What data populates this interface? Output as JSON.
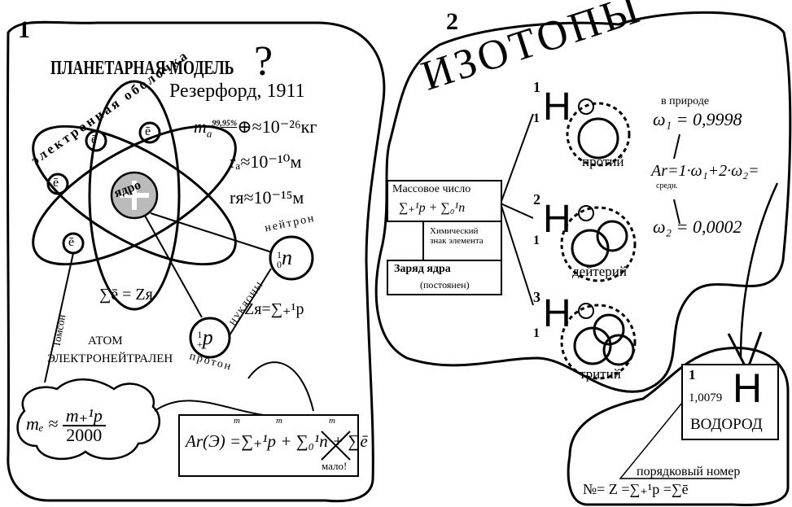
{
  "panel1": {
    "number": "1",
    "title": "ПЛАНЕТАРНАЯ МОДЕЛЬ",
    "question_mark": "?",
    "author_year": "Резерфорд, 1911",
    "shell_label": "электронная оболочка",
    "nucleus_label": "ядро",
    "electron_symbol": "ē",
    "mass_formula_prefix": "m",
    "mass_formula_sub": "а",
    "mass_percent": "99,95%",
    "mass_formula_value": "≈10⁻²⁶кг",
    "radius_atom": "rₐ≈10⁻¹⁰м",
    "radius_nucleus": "rя≈10⁻¹⁵м",
    "neutron_label": "нейтрон",
    "neutron_symbol": "n",
    "neutron_sup": "1",
    "neutron_sub": "0",
    "proton_label": "протон",
    "proton_symbol": "p",
    "proton_sup": "1",
    "proton_sub": "+",
    "nucleons_label": "НУКЛОНЫ",
    "thomson_label": "Томсон",
    "sum_electrons": "∑ē = Zя",
    "z_formula": "Zя=∑₊¹p",
    "neutral_line1": "АТОМ",
    "neutral_line2": "ЭЛЕКТРОНЕЙТРАЛЕН",
    "electron_mass_lhs": "mₑ ≈",
    "electron_mass_num": "m₊¹p",
    "electron_mass_den": "2000",
    "ar_formula_lhs": "Ar(Э) =",
    "ar_formula_rhs": "∑₊¹p + ∑₀¹n + ∑ē",
    "ar_note": "мало!",
    "sum_limit": "m"
  },
  "panel2": {
    "number": "2",
    "title": "ИЗОТОПЫ",
    "mass_number_label": "Массовое число",
    "mass_number_formula": "∑₊¹p + ∑₀¹n",
    "chem_sign_label": "Химический знак элемента",
    "charge_label": "Заряд ядра",
    "charge_note": "(постоянен)",
    "element_symbol": "H",
    "isotopes": [
      {
        "mass": "1",
        "charge": "1",
        "name": "протий"
      },
      {
        "mass": "2",
        "charge": "1",
        "name": "дейтерий"
      },
      {
        "mass": "3",
        "charge": "1",
        "name": "тритий"
      }
    ],
    "in_nature_label": "в природе",
    "omega1": "ω₁ = 0,9998",
    "omega2": "ω₂ = 0,0002",
    "ar_avg": "Ar=1·ω₁+2·ω₂=",
    "ar_avg_sub": "средн."
  },
  "panel3": {
    "element_number": "1",
    "element_mass": "1,0079",
    "element_symbol": "H",
    "element_name": "ВОДОРОД",
    "ordinal_label": "порядковый номер",
    "number_formula": "№= Z =∑₊¹p =∑ē"
  }
}
